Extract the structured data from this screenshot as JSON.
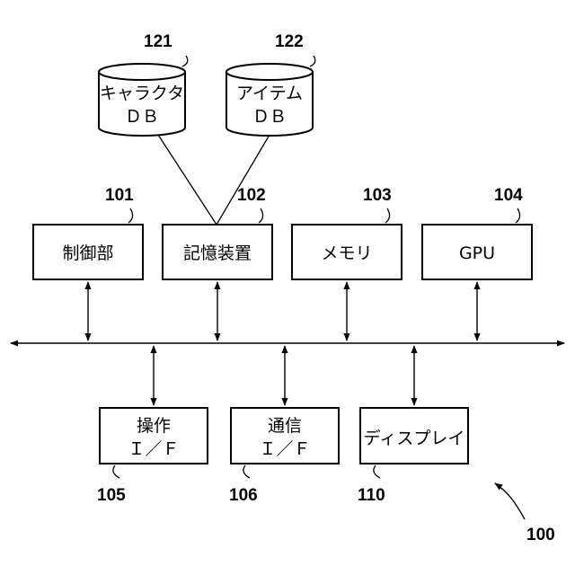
{
  "databases": [
    {
      "id": "121",
      "lines": [
        "キャラクタ",
        "ＤＢ"
      ]
    },
    {
      "id": "122",
      "lines": [
        "アイテム",
        "ＤＢ"
      ]
    }
  ],
  "top_blocks": [
    {
      "id": "101",
      "label": "制御部"
    },
    {
      "id": "102",
      "label": "記憶装置"
    },
    {
      "id": "103",
      "label": "メモリ"
    },
    {
      "id": "104",
      "label": "GPU"
    }
  ],
  "bottom_blocks": [
    {
      "id": "105",
      "lines": [
        "操作",
        "Ｉ／Ｆ"
      ]
    },
    {
      "id": "106",
      "lines": [
        "通信",
        "Ｉ／Ｆ"
      ]
    },
    {
      "id": "110",
      "lines": [
        "ディスプレイ"
      ]
    }
  ],
  "system_ref": "100"
}
